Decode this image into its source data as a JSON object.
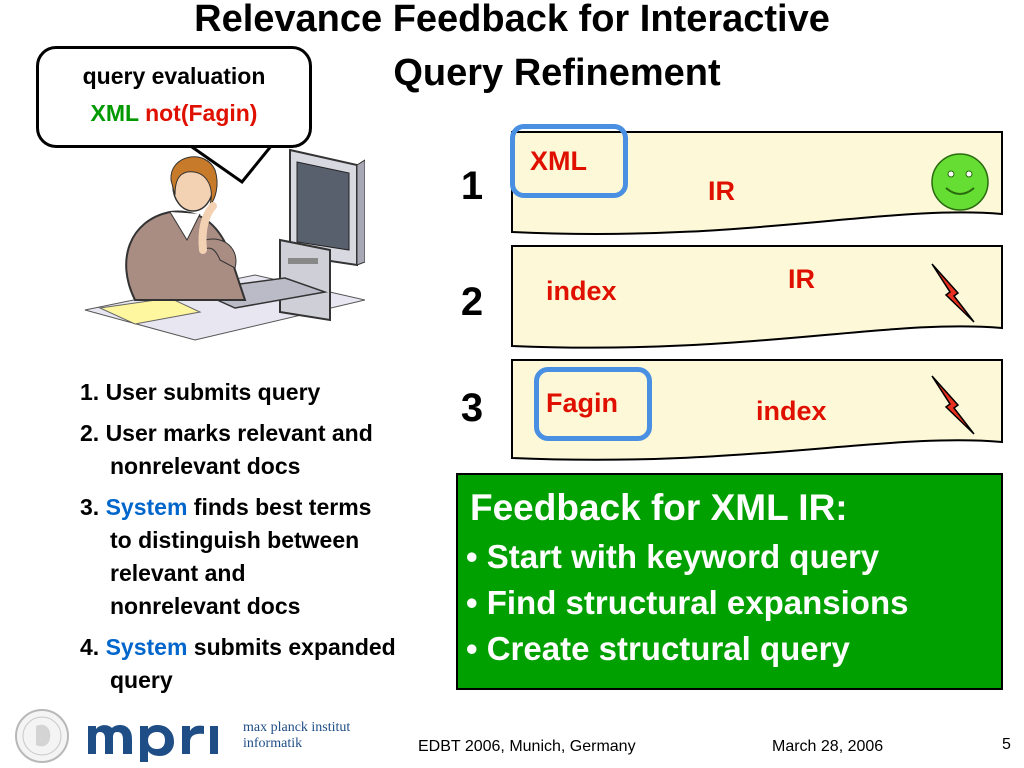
{
  "slide": {
    "title_line1": "Relevance Feedback for Interactive",
    "title_line2": "Query Refinement",
    "bubble": {
      "line1": "query evaluation",
      "xml": "XML",
      "notfagin": "not(Fagin)"
    },
    "results": [
      {
        "num": "1",
        "words": [
          "XML",
          "IR"
        ],
        "status": "smiley-icon"
      },
      {
        "num": "2",
        "words": [
          "index",
          "IR"
        ],
        "status": "lightning-icon"
      },
      {
        "num": "3",
        "words": [
          "Fagin",
          "index"
        ],
        "status": "lightning-icon"
      }
    ],
    "steps": {
      "s1": "1. User submits query",
      "s2a": "2. User marks relevant and",
      "s2b": "nonrelevant docs",
      "s3num": "3. ",
      "s3sys": "System",
      "s3a": " finds best terms",
      "s3b": "to distinguish between",
      "s3c": "relevant and",
      "s3d": "nonrelevant docs",
      "s4num": "4. ",
      "s4sys": "System",
      "s4a": " submits expanded",
      "s4b": "query"
    },
    "feedback": {
      "heading": "Feedback for XML IR:",
      "b1": "• Start with keyword query",
      "b2": "• Find structural expansions",
      "b3": "• Create structural query"
    },
    "footer": {
      "logo_text1": "max planck institut",
      "logo_text2": "informatik",
      "conference": "EDBT 2006, Munich, Germany",
      "date": "March 28, 2006",
      "page": "5"
    },
    "colors": {
      "accent_green": "#009900",
      "accent_red": "#e01000",
      "system_blue": "#0066cc",
      "box_green": "#00a000",
      "highlight_blue": "#4a90e2",
      "doc_fill": "#fdf9d8"
    }
  }
}
